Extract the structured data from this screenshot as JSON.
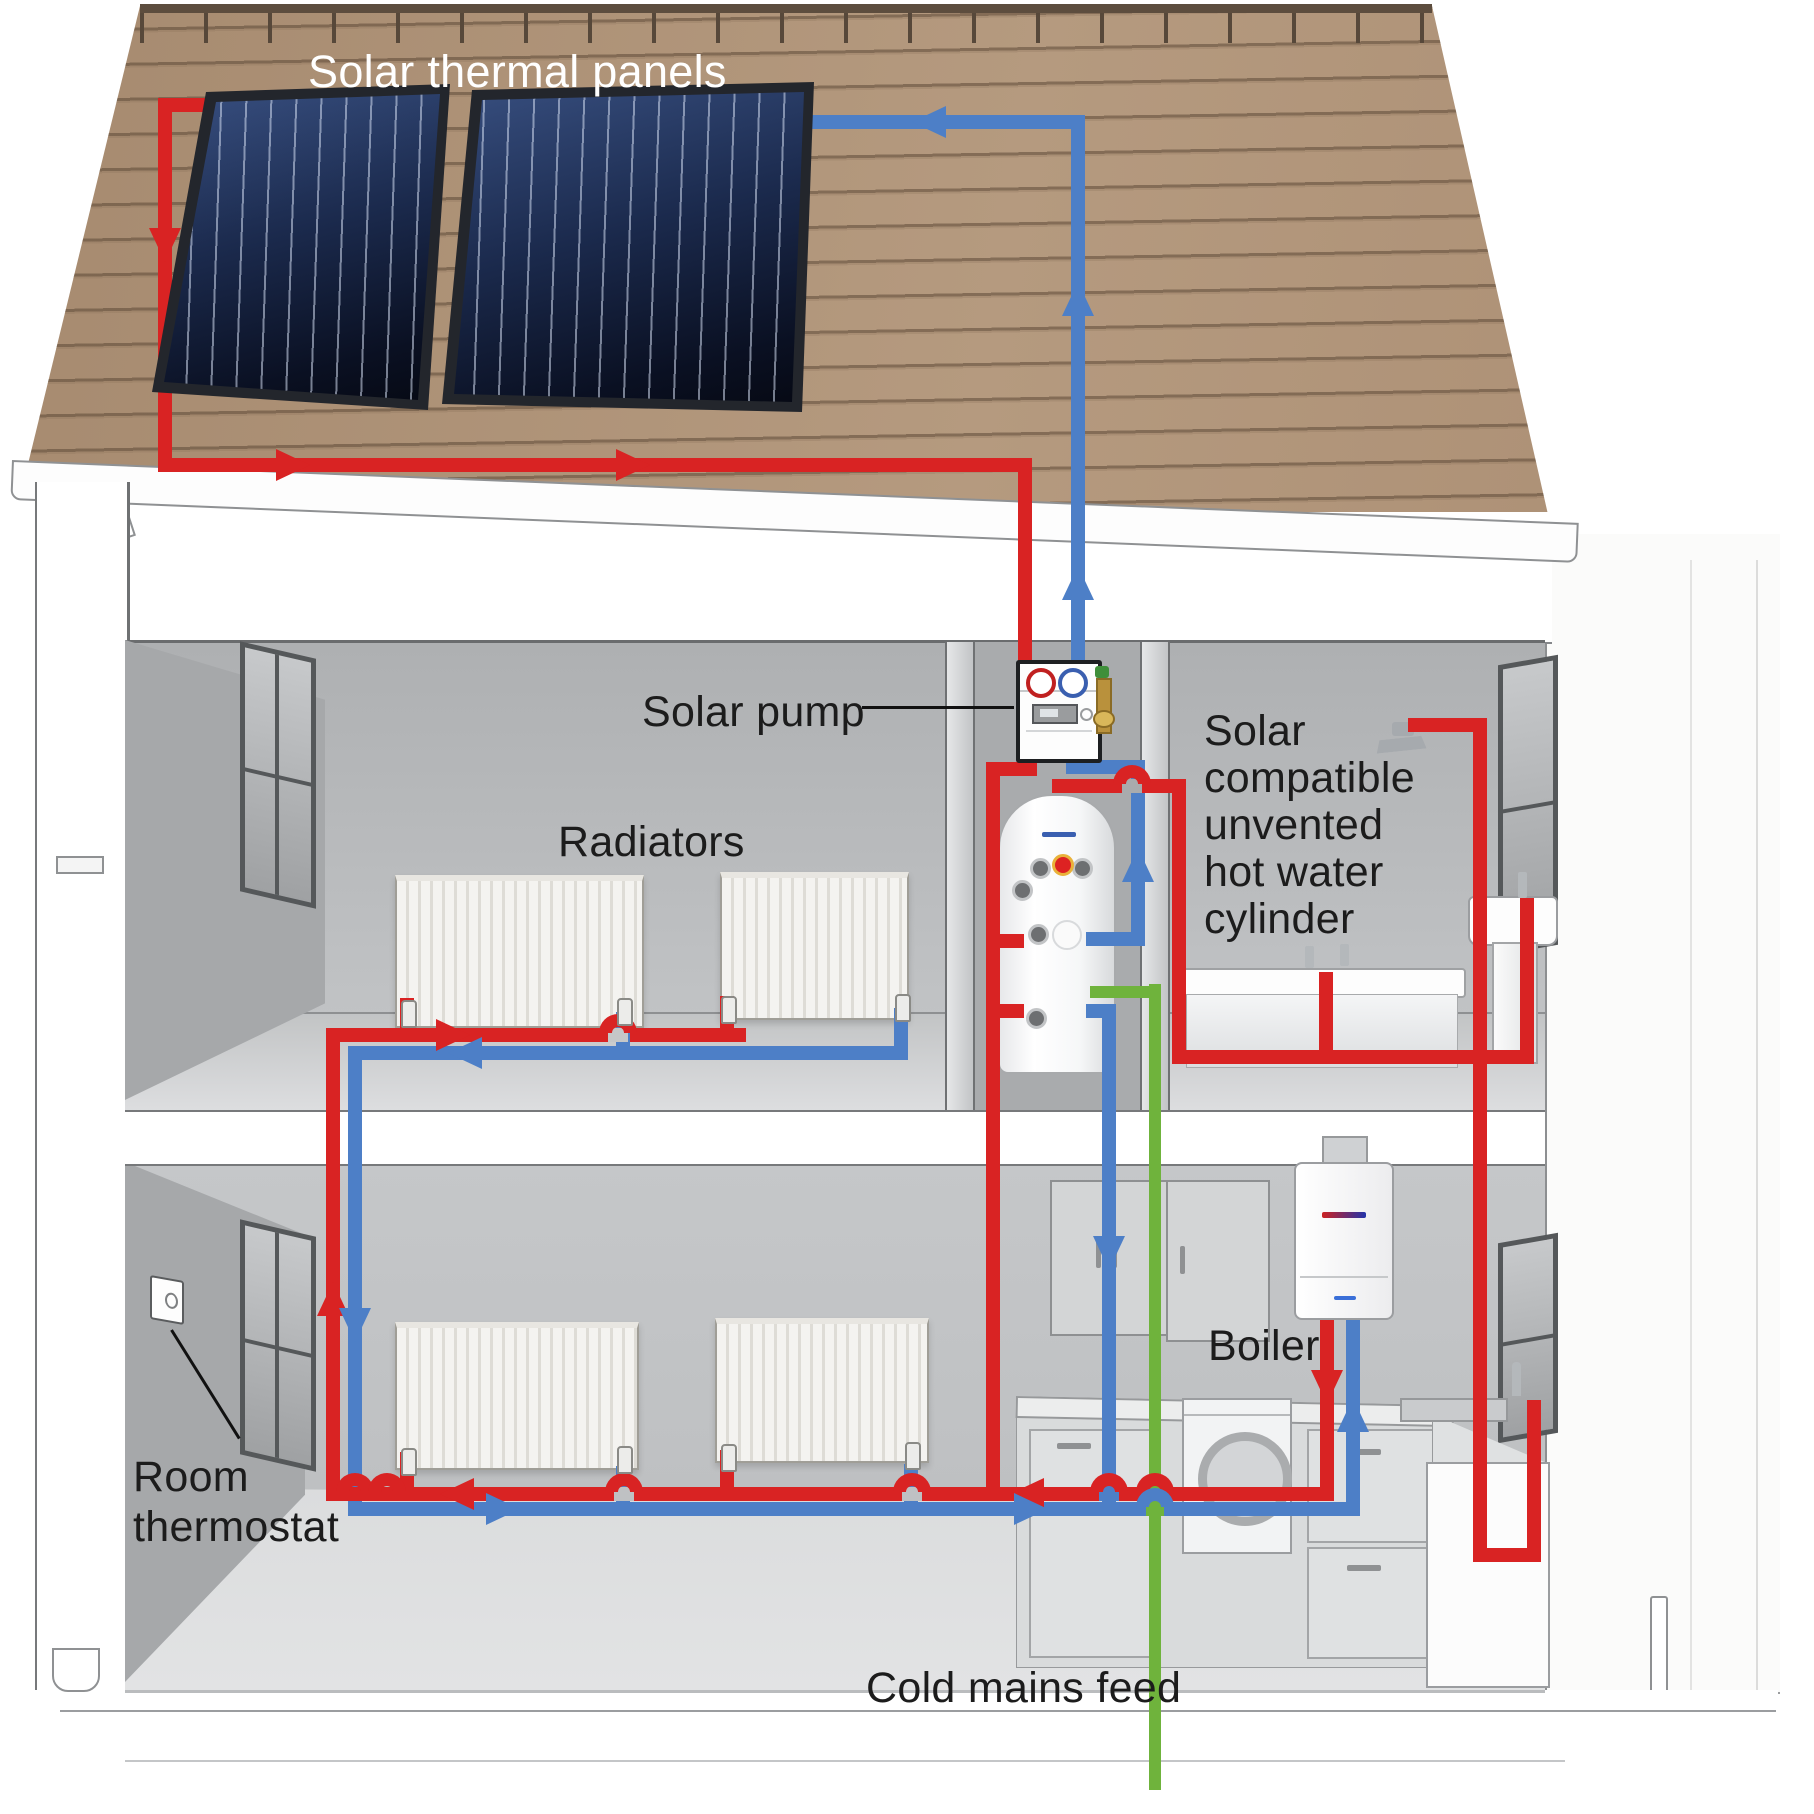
{
  "labels": {
    "panels": "Solar thermal panels",
    "solar_pump": "Solar pump",
    "radiators": "Radiators",
    "cylinder_lines": [
      "Solar",
      "compatible",
      "unvented",
      "hot water",
      "cylinder"
    ],
    "boiler": "Boiler",
    "thermostat_lines": [
      "Room",
      "thermostat"
    ],
    "cold_mains": "Cold mains feed"
  },
  "legend_colors": {
    "hot_flow_pipe": "#d92323",
    "cold_return_pipe": "#4d7fc7",
    "cold_mains_pipe": "#6fb33c",
    "roof_tiles": "#b0937a",
    "label_dark": "#1c1c1c",
    "label_light": "#ffffff"
  },
  "components": [
    "solar-thermal-panel",
    "solar-pump-station",
    "unvented-hot-water-cylinder",
    "boiler",
    "radiator",
    "bath",
    "shower",
    "basin",
    "kitchen-sink",
    "washing-machine",
    "kitchen-cabinets",
    "room-thermostat",
    "gutter",
    "downpipe",
    "window"
  ]
}
